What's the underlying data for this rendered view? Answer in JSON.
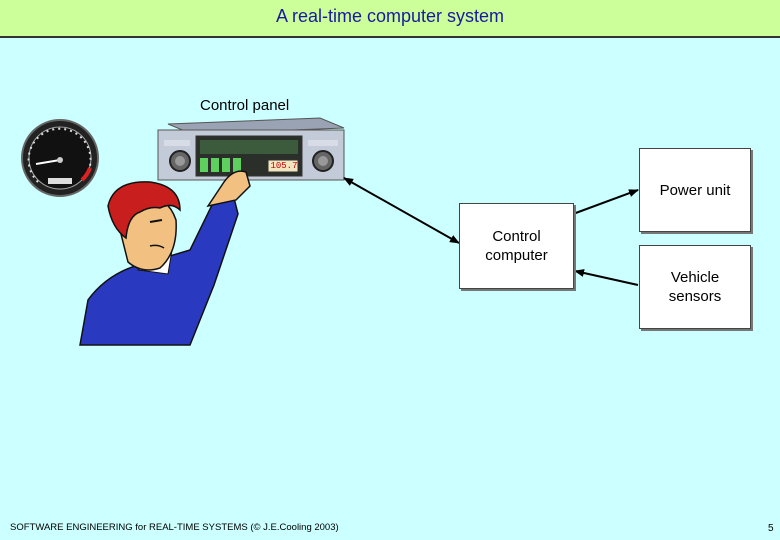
{
  "header": {
    "title": "A real-time computer system"
  },
  "diagram": {
    "control_panel_label": "Control panel",
    "control_computer": "Control\ncomputer",
    "power_unit": "Power unit",
    "vehicle_sensors": "Vehicle\nsensors",
    "display_reading": "105.7"
  },
  "footer": {
    "text": "SOFTWARE ENGINEERING for REAL-TIME SYSTEMS (© J.E.Cooling 2003)",
    "page_number": "5"
  },
  "colors": {
    "background": "#ccffff",
    "title_bar": "#ccff99",
    "title_text": "#1a1aa0"
  }
}
